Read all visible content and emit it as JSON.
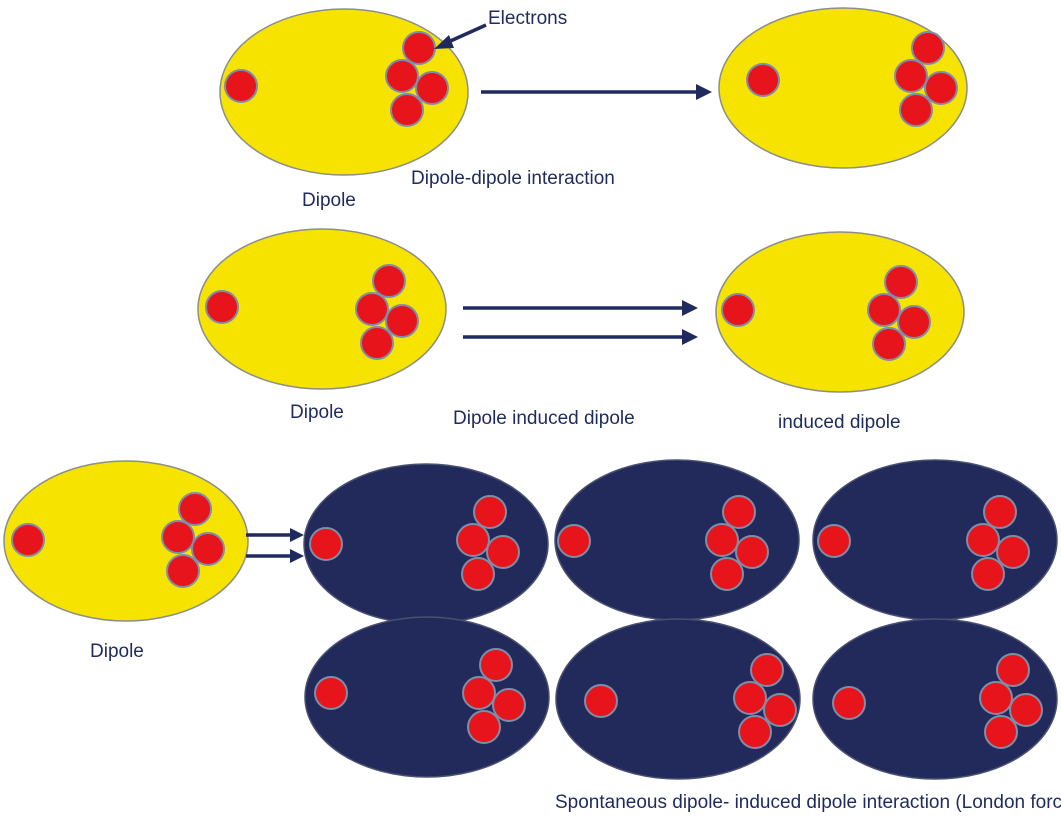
{
  "colors": {
    "dipole_fill": "#f7e300",
    "london_fill": "#222a5c",
    "electron_fill": "#e8141c",
    "text_and_arrows": "#1f2a5e"
  },
  "labels": {
    "electrons": "Electrons",
    "dipole_dipole_interaction": "Dipole-dipole interaction",
    "dipole_row1": "Dipole",
    "dipole_row2": "Dipole",
    "dipole_induced_dipole": "Dipole induced dipole",
    "induced_dipole": "induced dipole",
    "dipole_row3": "Dipole",
    "london_force_caption": "Spontaneous dipole- induced dipole interaction (London force)"
  }
}
